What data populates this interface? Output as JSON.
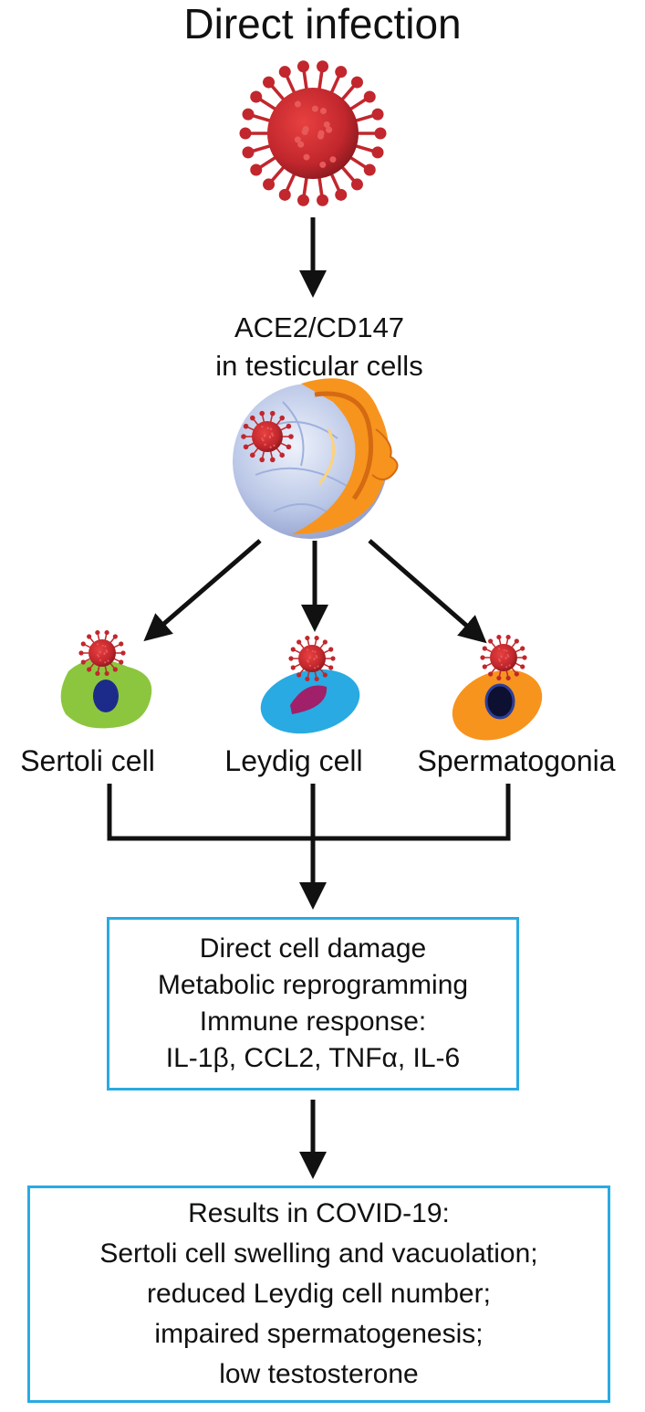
{
  "title": "Direct infection",
  "receptor": {
    "line1": "ACE2/CD147",
    "line2": "in testicular cells"
  },
  "cells": [
    {
      "label": "Sertoli cell",
      "color": "#8cc63f",
      "nucleus_color": "#1c2b8a"
    },
    {
      "label": "Leydig cell",
      "color": "#29aae2",
      "nucleus_color": "#a0206a"
    },
    {
      "label": "Spermatogonia",
      "color": "#f7941d",
      "nucleus_color": "#0d1030"
    }
  ],
  "effects_box": {
    "lines": [
      "Direct cell damage",
      "Metabolic reprogramming",
      "Immune response:",
      "IL-1β, CCL2, TNFα, IL-6"
    ],
    "border_color": "#29aae2"
  },
  "results_box": {
    "lines": [
      "Results in COVID-19:",
      "Sertoli cell swelling and vacuolation;",
      "reduced Leydig cell number;",
      "impaired spermatogenesis;",
      "low testosterone"
    ],
    "border_color": "#29aae2"
  },
  "icons": {
    "virus": "coronavirus-icon",
    "testis": "testis-cross-section-icon"
  },
  "colors": {
    "virus": "#c1272d",
    "arrow": "#111111"
  }
}
